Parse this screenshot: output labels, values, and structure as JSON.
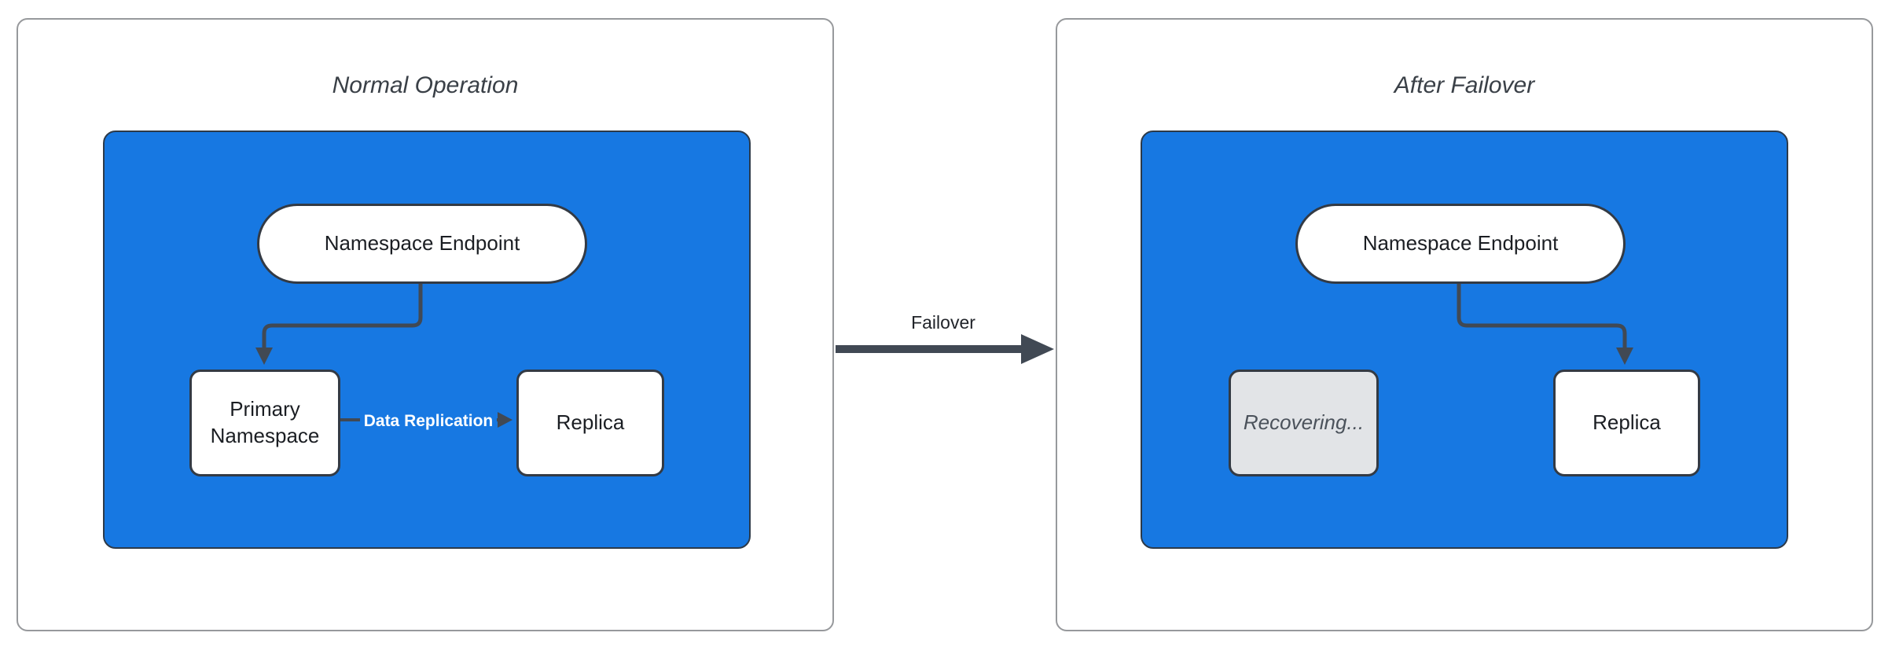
{
  "left_panel": {
    "title": "Normal Operation",
    "endpoint_label": "Namespace Endpoint",
    "primary_label": "Primary Namespace",
    "replica_label": "Replica",
    "replication_label": "Data Replication"
  },
  "right_panel": {
    "title": "After Failover",
    "endpoint_label": "Namespace Endpoint",
    "recovering_label": "Recovering...",
    "replica_label": "Replica"
  },
  "transition": {
    "label": "Failover"
  },
  "colors": {
    "container_blue": "#1778e2",
    "container_border": "#2d3a49",
    "node_border": "#333a44",
    "connector": "#414954",
    "panel_border": "#97999c",
    "recovering_fill": "#e2e4e7",
    "recovering_text": "#4b525b",
    "title_text": "#3a4047",
    "node_text": "#1b1e23",
    "replication_text": "#ffffff"
  }
}
